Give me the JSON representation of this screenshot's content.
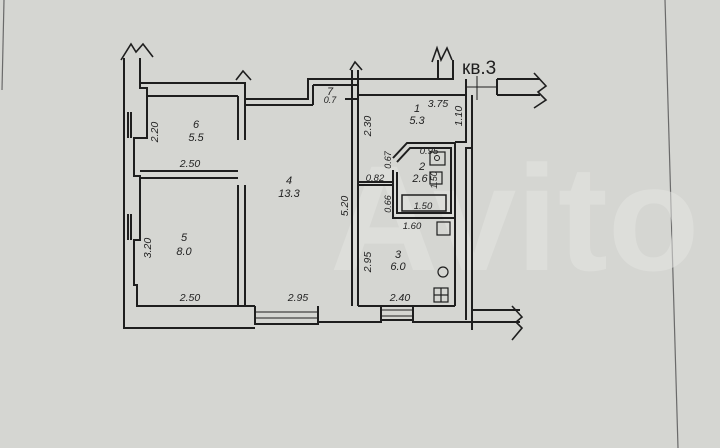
{
  "plan": {
    "title": "кв.3",
    "background": "#d5d6d2",
    "wall_color": "#1e1e1e",
    "watermark": "Avito"
  },
  "rooms": [
    {
      "number": "1",
      "area": "5.3"
    },
    {
      "number": "2",
      "area": "2.6"
    },
    {
      "number": "3",
      "area": "6.0"
    },
    {
      "number": "4",
      "area": "13.3"
    },
    {
      "number": "5",
      "area": "8.0"
    },
    {
      "number": "6",
      "area": "5.5"
    },
    {
      "number": "7",
      "area": "0.7"
    }
  ],
  "dimensions": {
    "room6_height": "2.20",
    "room6_width": "2.50",
    "room5_height": "3.20",
    "room5_width": "2.50",
    "room4_height": "5.20",
    "room4_width": "2.95",
    "room1_width": "3.75",
    "room1_height": "2.30",
    "room1_side": "1.10",
    "room2_top": "0.95",
    "room2_diag": "0.67",
    "room2_side": "1.50",
    "room2_height": "1.60",
    "hall_step": "0.82",
    "hall_lower": "0.66",
    "bath_width": "1.50",
    "room3_top": "1.60",
    "room3_height": "2.95",
    "room3_width": "2.40"
  }
}
